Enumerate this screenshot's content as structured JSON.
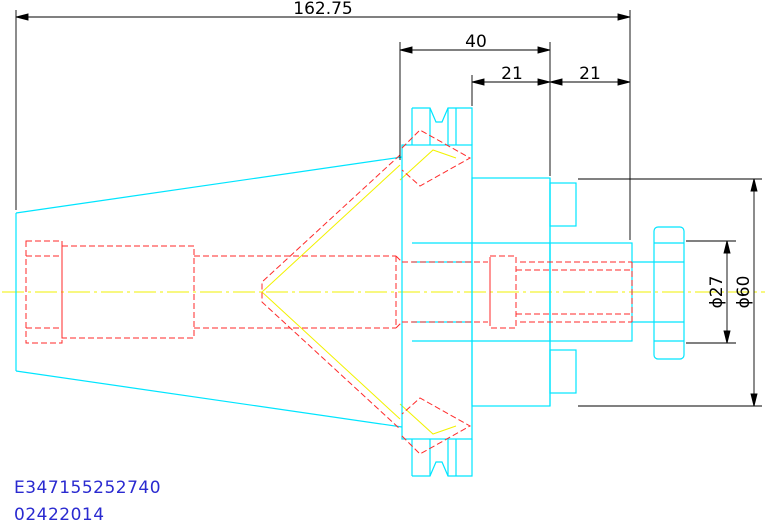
{
  "dimensions": {
    "overall_length": "162.75",
    "flange_width": "40",
    "segment_left": "21",
    "segment_right": "21",
    "diameter_small": "ϕ27",
    "diameter_large": "ϕ60"
  },
  "part_codes": {
    "code_primary": "E347155252740",
    "code_secondary": "02422014"
  },
  "colors": {
    "outline": "#00e5ff",
    "hidden": "#ff2a2a",
    "centerline": "#f2f200",
    "dimension": "#000000",
    "code_text": "#2a2ad0"
  }
}
